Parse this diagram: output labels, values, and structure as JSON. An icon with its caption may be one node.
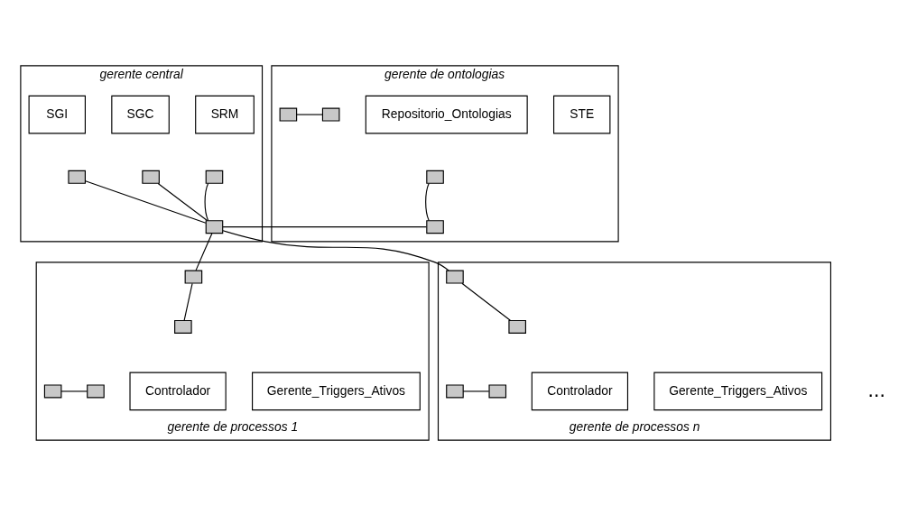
{
  "diagram": {
    "nodes": [
      {
        "text": [
          "gerente central"
        ]
      },
      {
        "text": [
          "SRM"
        ],
        "in": 0
      },
      {
        "text": [
          "SGC"
        ],
        "in": 0
      },
      {
        "text": [
          "SGI"
        ],
        "in": 0
      },
      {
        "text": [],
        "shape": "box",
        "in": 0
      },
      {
        "text": [],
        "shape": "box",
        "in": 0
      },
      {
        "text": [],
        "shape": "box",
        "in": 0
      },
      {
        "text": [],
        "shape": "box",
        "in": 0
      },
      {
        "text": [
          "gerente de ontologias"
        ]
      },
      {
        "text": [
          "STE"
        ],
        "in": 8
      },
      {
        "text": [
          "Repositorio_Ontologias"
        ],
        "in": 8
      },
      {
        "text": [],
        "shape": "box",
        "in": 8
      },
      {
        "text": [],
        "shape": "box",
        "in": 8
      },
      {
        "text": [],
        "shape": "box",
        "in": 8
      },
      {
        "text": [],
        "shape": "box",
        "in": 8
      },
      {
        "text": [
          "gerente de processos 1"
        ]
      },
      {
        "text": [
          "Controlador"
        ],
        "in": 15
      },
      {
        "text": [
          "Gerente_Triggers_Ativos"
        ],
        "in": 15
      },
      {
        "text": [],
        "shape": "box",
        "in": 15
      },
      {
        "text": [],
        "shape": "box",
        "in": 15
      },
      {
        "text": [],
        "shape": "box",
        "in": 15
      },
      {
        "text": [],
        "shape": "box",
        "in": 15
      },
      {
        "text": [
          "gerente de processos n"
        ]
      },
      {
        "text": [
          "Controlador"
        ],
        "in": 22
      },
      {
        "text": [
          "Gerente_Triggers_Ativos"
        ],
        "in": 22
      },
      {
        "text": [],
        "shape": "box",
        "in": 22
      },
      {
        "text": [],
        "shape": "box",
        "in": 22
      },
      {
        "text": [],
        "shape": "box",
        "in": 22
      },
      {
        "text": [],
        "shape": "box",
        "in": 22
      }
    ],
    "edges": [
      {
        "from": 4,
        "to": 7,
        "arrow": "none"
      },
      {
        "from": 5,
        "to": 7,
        "arrow": "none"
      },
      {
        "from": 6,
        "to": 7,
        "arrow": "none"
      },
      {
        "from": 11,
        "to": 12,
        "arrow": "none"
      },
      {
        "from": 13,
        "to": 14,
        "arrow": "none"
      },
      {
        "from": 7,
        "to": 14,
        "arrow": "none"
      },
      {
        "from": 7,
        "to": 18,
        "arrow": "none"
      },
      {
        "from": 7,
        "to": 25,
        "arrow": "none"
      },
      {
        "from": 18,
        "to": 19,
        "arrow": "none"
      },
      {
        "from": 20,
        "to": 21,
        "arrow": "none"
      },
      {
        "from": 25,
        "to": 26,
        "arrow": "none"
      },
      {
        "from": 27,
        "to": 28,
        "arrow": "none"
      }
    ],
    "labels": [
      "..."
    ]
  }
}
